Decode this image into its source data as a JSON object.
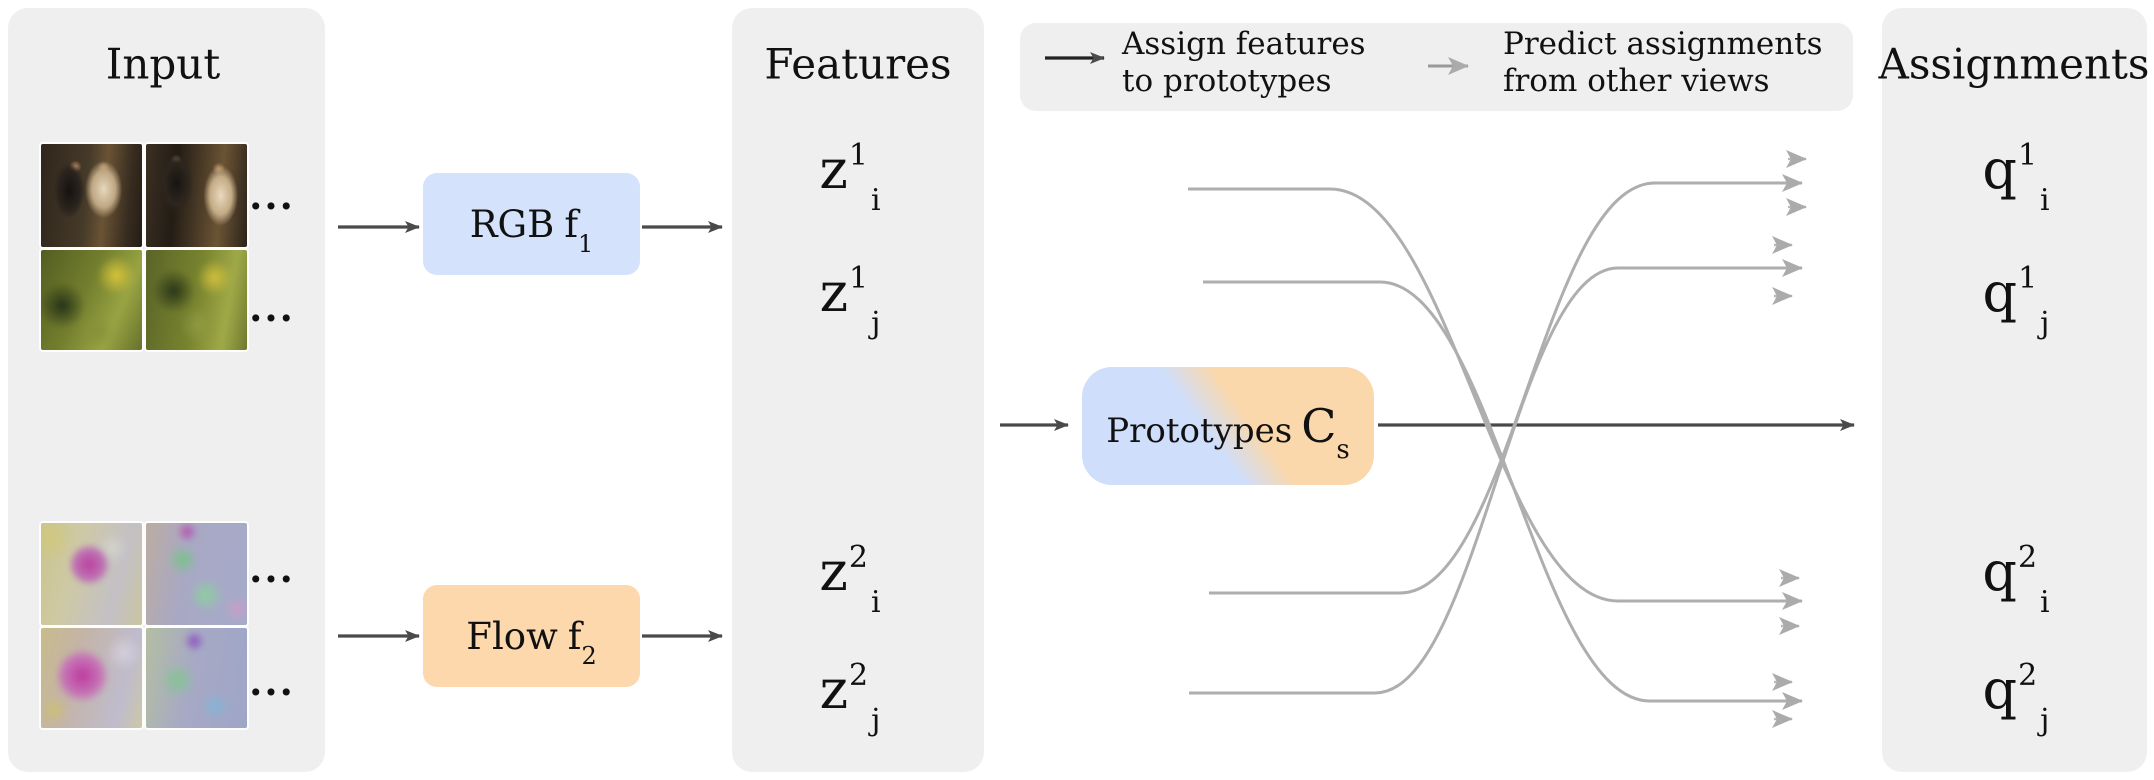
{
  "panels": {
    "input": {
      "title": "Input"
    },
    "features": {
      "title": "Features"
    },
    "assignments": {
      "title": "Assignments"
    }
  },
  "legend": {
    "assign": {
      "line1": "Assign features",
      "line2": "to prototypes"
    },
    "predict": {
      "line1": "Predict assignments",
      "line2": "from other views"
    }
  },
  "encoders": {
    "rgb": {
      "base": "RGB",
      "symbol": "f",
      "sub": "1",
      "fill": "#d4e2fc"
    },
    "flow": {
      "base": "Flow",
      "symbol": "f",
      "sub": "2",
      "fill": "#fcd8ac"
    }
  },
  "prototypes": {
    "name": "Prototypes",
    "symbol": "C",
    "sub": "s",
    "fill_left": "#cfdefb",
    "fill_right": "#fbd8ab"
  },
  "features": {
    "items": [
      {
        "base": "z",
        "sup": "1",
        "sub": "i"
      },
      {
        "base": "z",
        "sup": "1",
        "sub": "j"
      },
      {
        "base": "z",
        "sup": "2",
        "sub": "i"
      },
      {
        "base": "z",
        "sup": "2",
        "sub": "j"
      }
    ]
  },
  "assignments": {
    "items": [
      {
        "base": "q",
        "sup": "1",
        "sub": "i"
      },
      {
        "base": "q",
        "sup": "1",
        "sub": "j"
      },
      {
        "base": "q",
        "sup": "2",
        "sub": "i"
      },
      {
        "base": "q",
        "sup": "2",
        "sub": "j"
      }
    ]
  },
  "ellipsis": "...",
  "media": {
    "rgb_clip": "rgb video frames",
    "flow_clip": "optical flow frames"
  },
  "colors": {
    "panel_bg": "#efefef",
    "dark_arrow": "#4a4a4a",
    "gray_arrow": "#adadad",
    "text": "#111111"
  }
}
